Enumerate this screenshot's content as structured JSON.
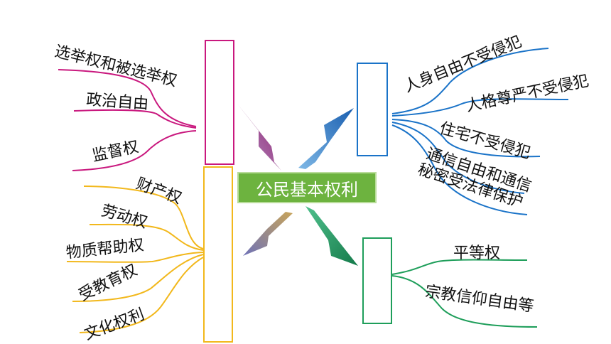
{
  "center": {
    "label": "公民基本权利",
    "color": "#6db33f"
  },
  "groups": {
    "political": {
      "color": "#c9187e",
      "items": [
        "选举权和被选举权",
        "政治自由",
        "监督权"
      ]
    },
    "economic_social": {
      "color": "#f2b81c",
      "items": [
        "财产权",
        "劳动权",
        "物质帮助权",
        "受教育权",
        "文化权利"
      ]
    },
    "personal": {
      "color": "#1a73c8",
      "items": [
        "人身自由不受侵犯",
        "人格尊严不受侵犯",
        "住宅不受侵犯",
        "通信自由和通信",
        "秘密受法律保护"
      ]
    },
    "equality": {
      "color": "#1e9e5a",
      "items": [
        "平等权",
        "宗教信仰自由等"
      ]
    }
  }
}
